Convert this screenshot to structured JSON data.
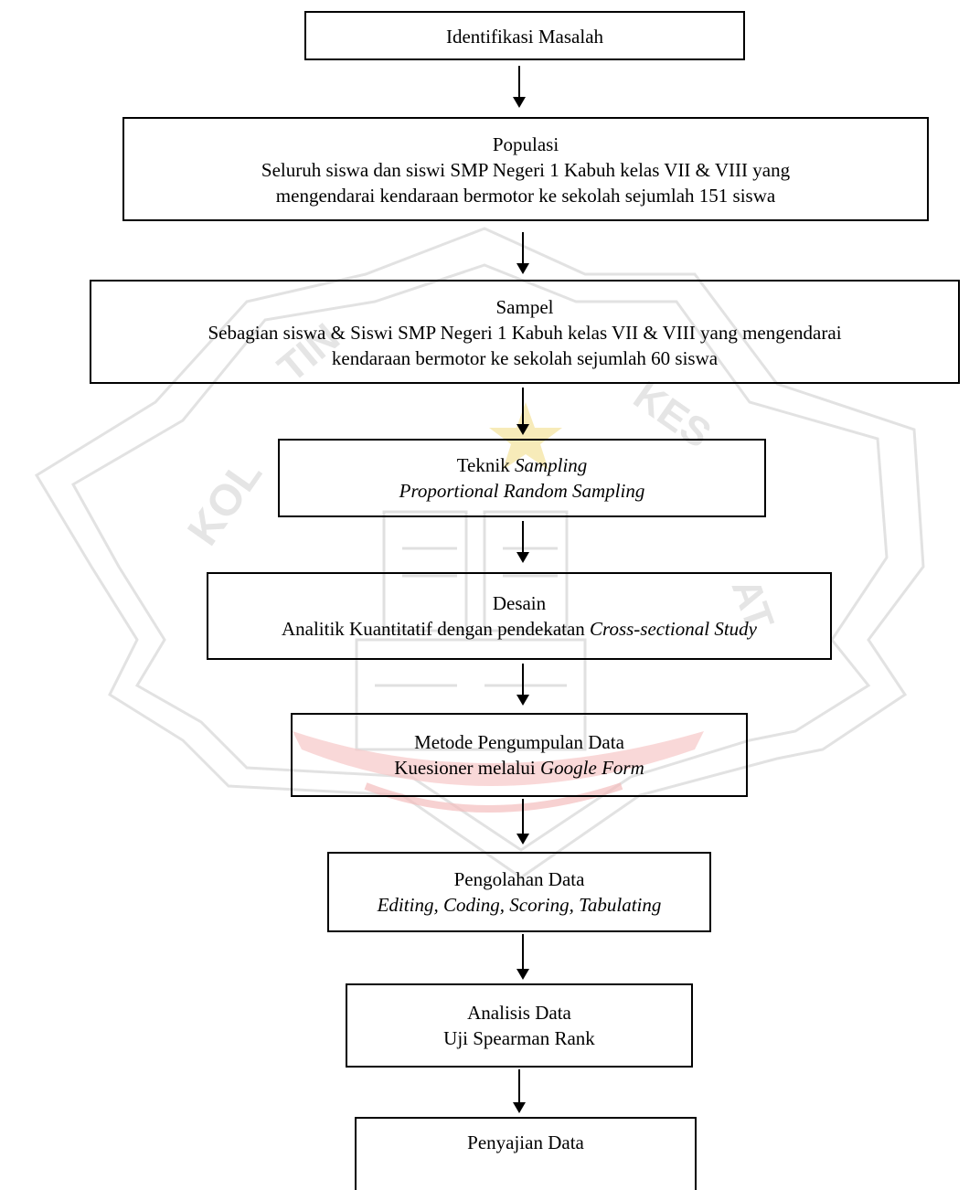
{
  "steps": [
    {
      "title": "Identifikasi Masalah"
    },
    {
      "title": "Populasi",
      "detail": "Seluruh siswa dan siswi SMP Negeri 1 Kabuh kelas VII & VIII yang mengendarai kendaraan bermotor ke sekolah sejumlah 151 siswa",
      "detail_l1": "Seluruh siswa dan siswi SMP Negeri 1 Kabuh kelas VII & VIII yang",
      "detail_l2": "mengendarai kendaraan bermotor ke sekolah sejumlah 151 siswa"
    },
    {
      "title": "Sampel",
      "detail_l1": "Sebagian siswa & Siswi SMP Negeri 1 Kabuh kelas VII & VIII yang mengendarai",
      "detail_l2": "kendaraan bermotor ke sekolah sejumlah 60 siswa"
    },
    {
      "title_plain": "Teknik ",
      "title_italic": "Sampling",
      "detail_italic": "Proportional Random Sampling"
    },
    {
      "title": "Desain",
      "detail_plain": "Analitik Kuantitatif dengan pendekatan ",
      "detail_italic": "Cross-sectional Study"
    },
    {
      "title": "Metode Pengumpulan Data",
      "detail_plain": "Kuesioner melalui ",
      "detail_italic": "Google Form"
    },
    {
      "title": "Pengolahan Data",
      "detail_italic": "Editing, Coding, Scoring, Tabulating"
    },
    {
      "title": "Analisis Data",
      "detail": "Uji Spearman Rank"
    },
    {
      "title": "Penyajian Data"
    }
  ],
  "colors": {
    "line": "#000000",
    "watermark": "#d9d9d9",
    "watermark_accent": "#f2c2c2",
    "watermark_star": "#f5e6a8"
  }
}
